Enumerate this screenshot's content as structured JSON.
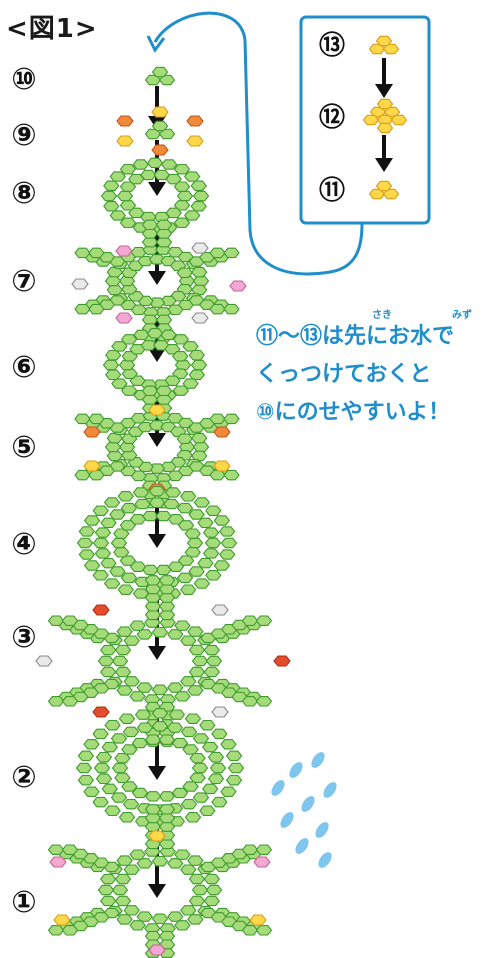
{
  "title": "<図1>",
  "steps": [
    {
      "label": "⑩"
    },
    {
      "label": "⑨"
    },
    {
      "label": "⑧"
    },
    {
      "label": "⑦"
    },
    {
      "label": "⑥"
    },
    {
      "label": "⑤"
    },
    {
      "label": "④"
    },
    {
      "label": "③"
    },
    {
      "label": "②"
    },
    {
      "label": "①"
    }
  ],
  "inset": {
    "items": [
      {
        "label": "⑬"
      },
      {
        "label": "⑫"
      },
      {
        "label": "⑪"
      }
    ]
  },
  "note": {
    "lines": [
      "⑪〜⑬は先にお水で",
      "くっつけておくと",
      "⑩にのせやすいよ！"
    ],
    "ruby": [
      {
        "text": "さき"
      },
      {
        "text": "みず"
      }
    ]
  },
  "colors": {
    "green": "#a6db7a",
    "orange": "#f08a3a",
    "yellow": "#ffd84a",
    "pink": "#f2a8d0",
    "red": "#e44d2c",
    "gray": "#e9e9e9",
    "blue": "#1f8ecb",
    "water": "#7ec6ee"
  }
}
